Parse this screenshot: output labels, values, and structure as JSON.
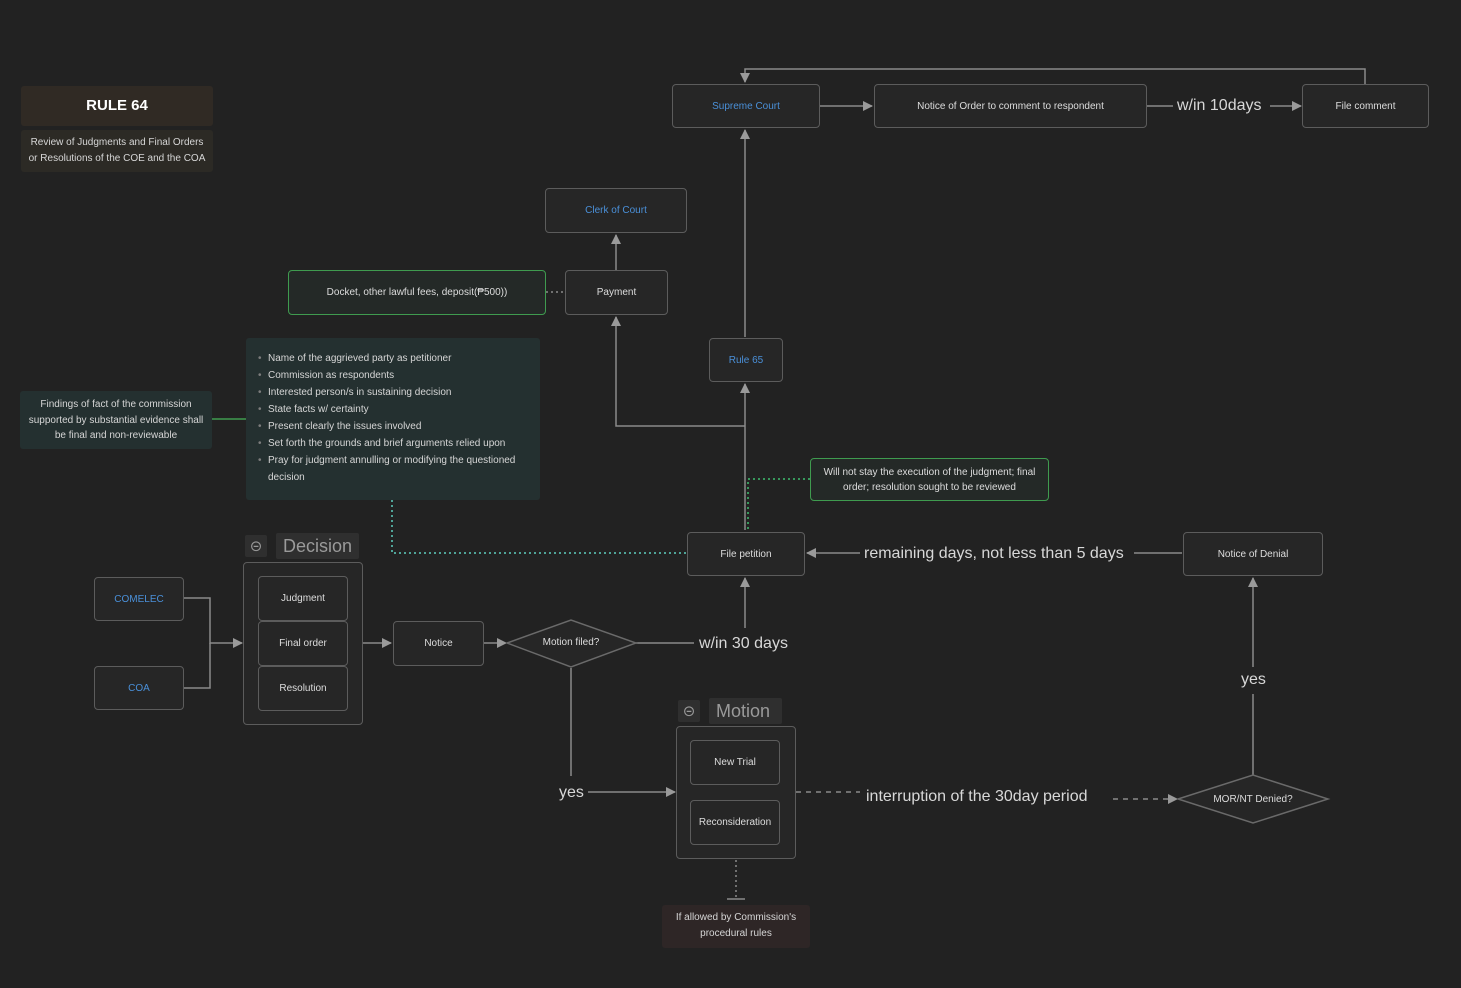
{
  "title": {
    "heading": "RULE 64",
    "subtitle": "Review of Judgments and Final Orders or Resolutions of the COE and the COA"
  },
  "nodes": {
    "supreme_court": "Supreme Court",
    "notice_of_order": "Notice of Order to comment to respondent",
    "file_comment": "File comment",
    "clerk_of_court": "Clerk of Court",
    "payment": "Payment",
    "docket_fees": "Docket, other lawful fees, deposit(₱500))",
    "rule_65": "Rule 65",
    "will_not_stay": "Will not stay the execution of the judgment; final order; resolution sought to be reviewed",
    "file_petition": "File petition",
    "notice_of_denial": "Notice of Denial",
    "findings_of_fact": "Findings of fact of the commission supported by substantial evidence shall be final and non-reviewable",
    "comelec": "COMELEC",
    "coa": "COA",
    "notice": "Notice",
    "motion_filed": "Motion filed?",
    "mor_nt_denied": "MOR/NT Denied?",
    "if_allowed": "If allowed by Commission's procedural rules"
  },
  "petition_requirements": [
    "Name of the aggrieved party as petitioner",
    "Commission as respondents",
    "Interested person/s in sustaining decision",
    "State facts w/ certainty",
    "Present clearly the issues involved",
    "Set forth the grounds and brief arguments relied upon",
    "Pray for judgment annulling or modifying the questioned decision"
  ],
  "groups": {
    "decision": {
      "label": "Decision",
      "collapse_icon": "minus-circle-icon",
      "items": [
        "Judgment",
        "Final order",
        "Resolution"
      ]
    },
    "motion": {
      "label": "Motion",
      "collapse_icon": "minus-circle-icon",
      "items": [
        "New Trial",
        "Reconsideration"
      ]
    }
  },
  "edge_labels": {
    "within_10_days": "w/in 10days",
    "remaining_days": "remaining days, not less than 5 days",
    "within_30_days": "w/in 30 days",
    "yes_motion": "yes",
    "yes_denied": "yes",
    "interruption": "interruption of the 30day period"
  },
  "colors": {
    "background": "#222222",
    "node_border": "#5c5c5c",
    "link_text": "#4a90d9",
    "green_border": "#3f9b4f",
    "teal_dotted": "#5fd0c0",
    "edge": "#8a8a8a"
  }
}
